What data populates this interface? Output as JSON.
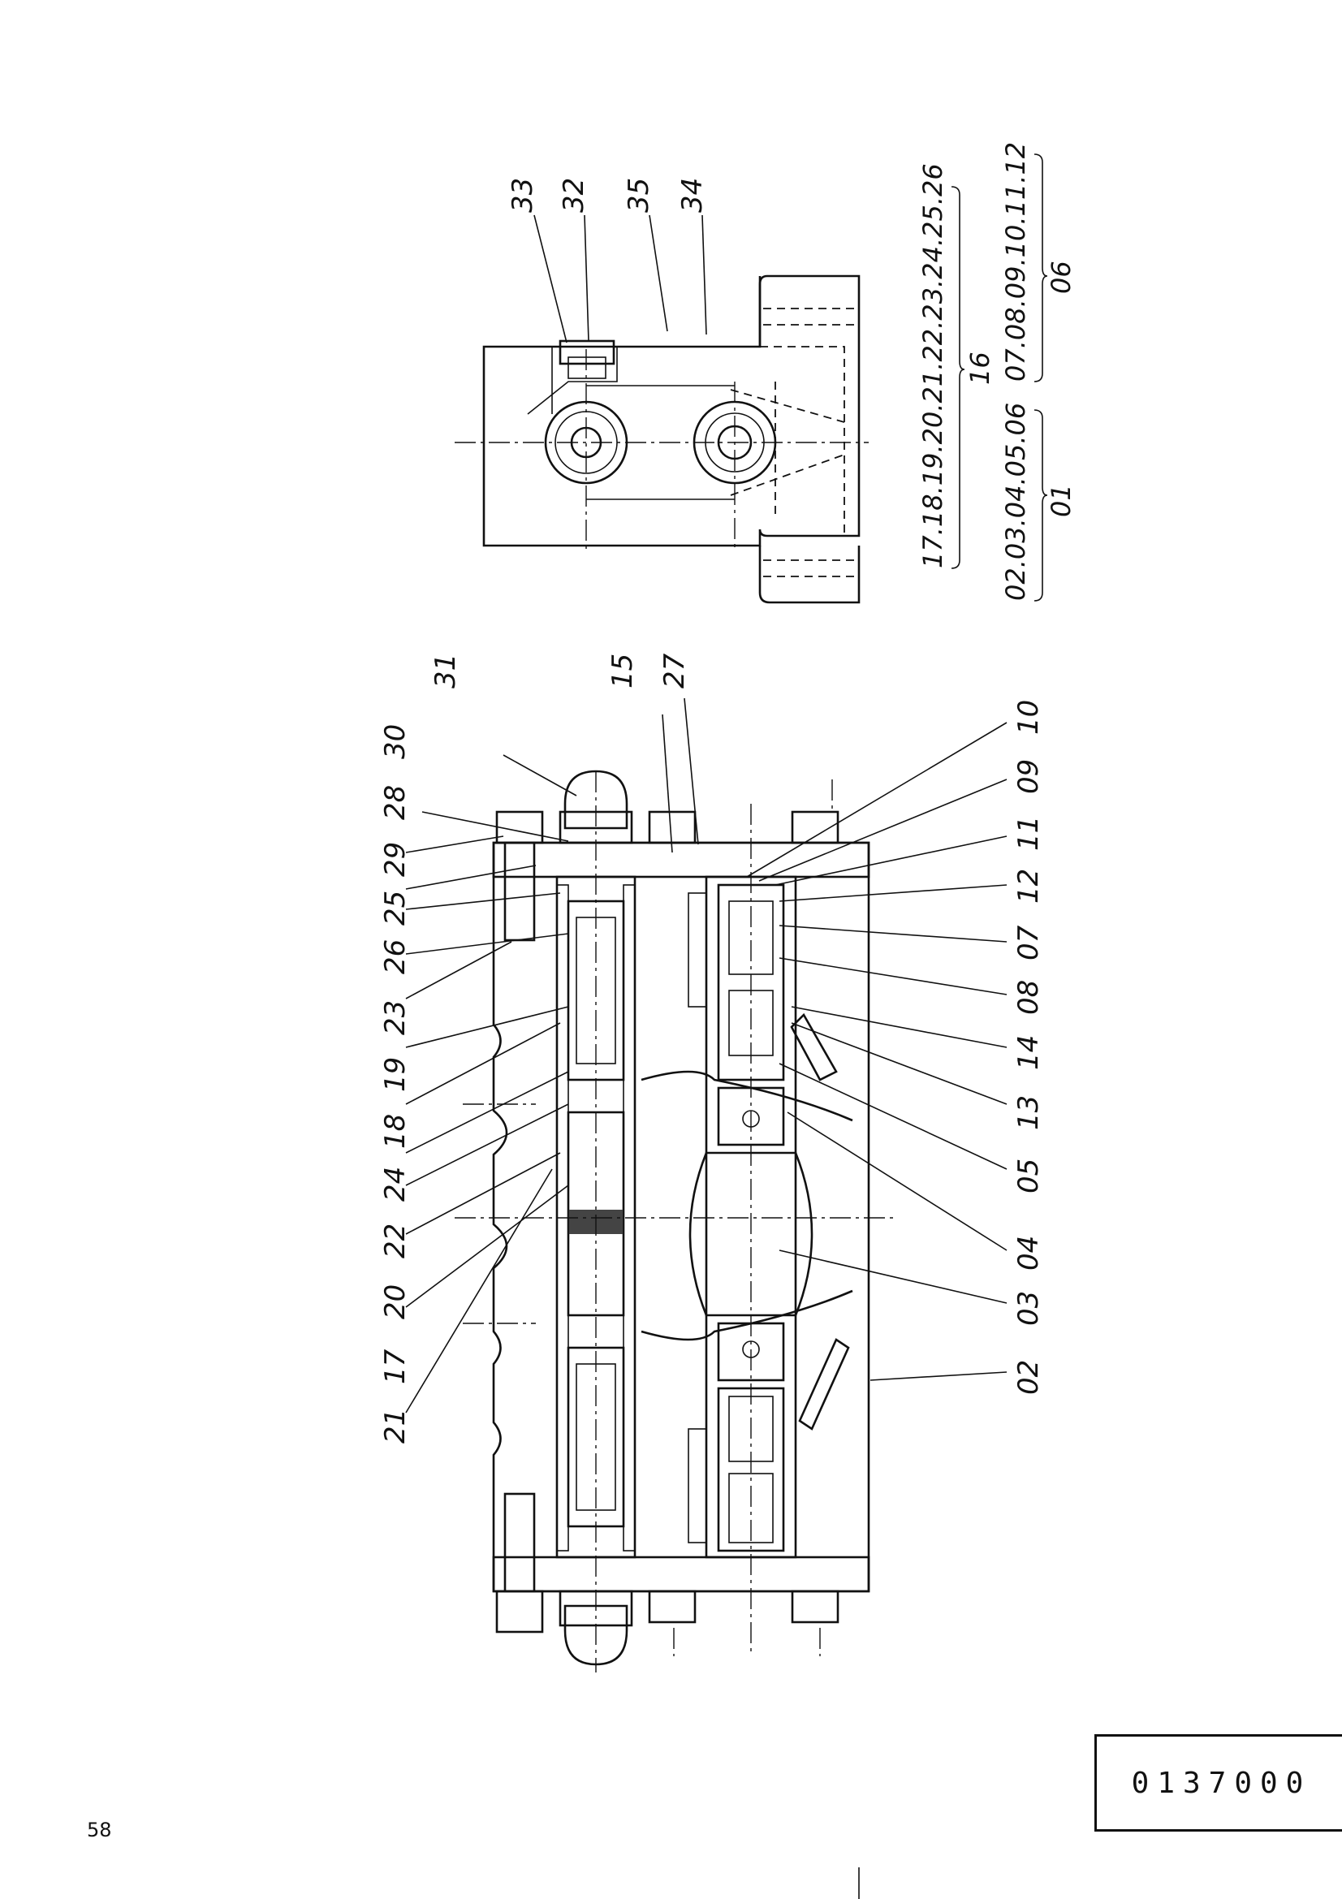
{
  "drawing_number": "0137000",
  "page_number": "58",
  "main_section": {
    "callouts": [
      "31",
      "30",
      "28",
      "29",
      "25",
      "26",
      "23",
      "19",
      "18",
      "24",
      "22",
      "20",
      "17",
      "21",
      "15",
      "27",
      "10",
      "09",
      "11",
      "12",
      "07",
      "08",
      "14",
      "13",
      "05",
      "04",
      "03",
      "02"
    ]
  },
  "side_view": {
    "callouts": [
      "33",
      "32",
      "35",
      "34"
    ],
    "groups": [
      {
        "members": "17.18.19.20.21.22.23.24.25.26",
        "assembly": "16"
      },
      {
        "members": "02.03.04.05.06",
        "assembly": "01"
      },
      {
        "members": "07.08.09.10.11.12",
        "assembly": "06"
      }
    ]
  }
}
